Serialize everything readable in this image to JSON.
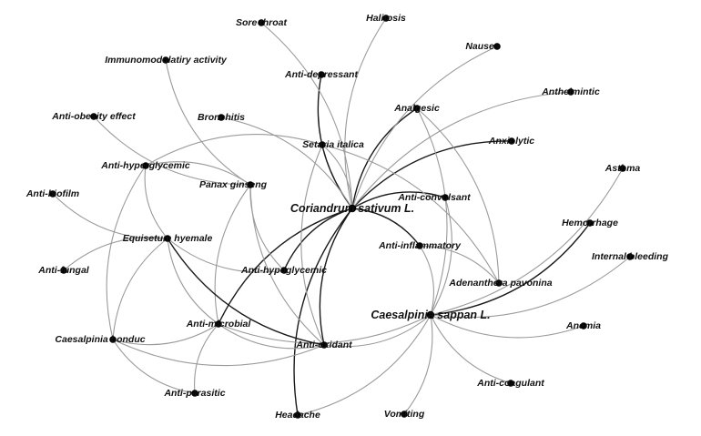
{
  "nodes": [
    {
      "id": "coriandrum",
      "label": "Coriandrum sativum L.",
      "type": "plant"
    },
    {
      "id": "caesalpinia_sappan",
      "label": "Caesalpinia sappan L.",
      "type": "plant"
    },
    {
      "id": "setaria",
      "label": "Setaria italica",
      "type": "plant"
    },
    {
      "id": "panax",
      "label": "Panax ginseng",
      "type": "plant"
    },
    {
      "id": "equisetum",
      "label": "Equisetum hyemale",
      "type": "plant"
    },
    {
      "id": "caesalpinia_bonduc",
      "label": "Caesalpinia bonduc",
      "type": "plant"
    },
    {
      "id": "adenanthera",
      "label": "Adenanthera pavonina",
      "type": "plant"
    },
    {
      "id": "sore_throat",
      "label": "Sore throat",
      "type": "activity"
    },
    {
      "id": "halitosis",
      "label": "Halitosis",
      "type": "activity"
    },
    {
      "id": "nausea",
      "label": "Nausea",
      "type": "activity"
    },
    {
      "id": "immuno",
      "label": "Immunomodulatiry activity",
      "type": "activity"
    },
    {
      "id": "anti_depressant",
      "label": "Anti-depressant",
      "type": "activity"
    },
    {
      "id": "anthelmintic",
      "label": "Anthelmintic",
      "type": "activity"
    },
    {
      "id": "anti_obesity",
      "label": "Anti-obesity effect",
      "type": "activity"
    },
    {
      "id": "bronchitis",
      "label": "Bronchitis",
      "type": "activity"
    },
    {
      "id": "analgesic",
      "label": "Analgesic",
      "type": "activity"
    },
    {
      "id": "anxiolytic",
      "label": "Anxiolytic",
      "type": "activity"
    },
    {
      "id": "anti_hyperglycemic",
      "label": "Anti-hyperglycemic",
      "type": "activity"
    },
    {
      "id": "asthma",
      "label": "Asthma",
      "type": "activity"
    },
    {
      "id": "anti_biofilm",
      "label": "Anti-biofilm",
      "type": "activity"
    },
    {
      "id": "anti_convulsant",
      "label": "Anti-convulsant",
      "type": "activity"
    },
    {
      "id": "hemorrhage",
      "label": "Hemorrhage",
      "type": "activity"
    },
    {
      "id": "anti_inflammatory",
      "label": "Anti-inflammatory",
      "type": "activity"
    },
    {
      "id": "internal_bleeding",
      "label": "Internal bleeding",
      "type": "activity"
    },
    {
      "id": "anti_fungal",
      "label": "Anti-fungal",
      "type": "activity"
    },
    {
      "id": "anti_hypoglycemic",
      "label": "Anti-hypoglycemic",
      "type": "activity"
    },
    {
      "id": "anti_microbial",
      "label": "Anti-microbial",
      "type": "activity"
    },
    {
      "id": "anemia",
      "label": "Anemia",
      "type": "activity"
    },
    {
      "id": "anti_oxidant",
      "label": "Anti-oxidant",
      "type": "activity"
    },
    {
      "id": "anti_parasitic",
      "label": "Anti-parasitic",
      "type": "activity"
    },
    {
      "id": "anti_coagulant",
      "label": "Anti-coagulant",
      "type": "activity"
    },
    {
      "id": "headache",
      "label": "Headache",
      "type": "activity"
    },
    {
      "id": "vomiting",
      "label": "Vomiting",
      "type": "activity"
    }
  ],
  "edges": [
    {
      "source": "coriandrum",
      "target": "anti_depressant",
      "style": "dark"
    },
    {
      "source": "coriandrum",
      "target": "analgesic",
      "style": "dark"
    },
    {
      "source": "coriandrum",
      "target": "anxiolytic",
      "style": "dark"
    },
    {
      "source": "coriandrum",
      "target": "anti_hypoglycemic",
      "style": "dark"
    },
    {
      "source": "coriandrum",
      "target": "anti_microbial",
      "style": "dark"
    },
    {
      "source": "coriandrum",
      "target": "anti_oxidant",
      "style": "dark"
    },
    {
      "source": "coriandrum",
      "target": "headache",
      "style": "dark"
    },
    {
      "source": "coriandrum",
      "target": "anti_convulsant",
      "style": "dark"
    },
    {
      "source": "coriandrum",
      "target": "anti_inflammatory",
      "style": "dark"
    },
    {
      "source": "coriandrum",
      "target": "halitosis",
      "style": "light"
    },
    {
      "source": "coriandrum",
      "target": "nausea",
      "style": "light"
    },
    {
      "source": "coriandrum",
      "target": "anthelmintic",
      "style": "light"
    },
    {
      "source": "coriandrum",
      "target": "sore_throat",
      "style": "light"
    },
    {
      "source": "coriandrum",
      "target": "bronchitis",
      "style": "light"
    },
    {
      "source": "coriandrum",
      "target": "setaria",
      "style": "light"
    },
    {
      "source": "caesalpinia_sappan",
      "target": "hemorrhage",
      "style": "dark"
    },
    {
      "source": "caesalpinia_sappan",
      "target": "asthma",
      "style": "light"
    },
    {
      "source": "caesalpinia_sappan",
      "target": "internal_bleeding",
      "style": "light"
    },
    {
      "source": "caesalpinia_sappan",
      "target": "anemia",
      "style": "light"
    },
    {
      "source": "caesalpinia_sappan",
      "target": "anti_coagulant",
      "style": "light"
    },
    {
      "source": "caesalpinia_sappan",
      "target": "vomiting",
      "style": "light"
    },
    {
      "source": "caesalpinia_sappan",
      "target": "anti_oxidant",
      "style": "light"
    },
    {
      "source": "caesalpinia_sappan",
      "target": "anti_inflammatory",
      "style": "light"
    },
    {
      "source": "caesalpinia_sappan",
      "target": "anti_convulsant",
      "style": "light"
    },
    {
      "source": "caesalpinia_sappan",
      "target": "analgesic",
      "style": "light"
    },
    {
      "source": "caesalpinia_sappan",
      "target": "anti_microbial",
      "style": "light"
    },
    {
      "source": "caesalpinia_sappan",
      "target": "headache",
      "style": "light"
    },
    {
      "source": "setaria",
      "target": "anti_oxidant",
      "style": "light"
    },
    {
      "source": "setaria",
      "target": "adenanthera",
      "style": "light"
    },
    {
      "source": "setaria",
      "target": "anti_hyperglycemic",
      "style": "light"
    },
    {
      "source": "panax",
      "target": "anti_hyperglycemic",
      "style": "light"
    },
    {
      "source": "panax",
      "target": "immuno",
      "style": "light"
    },
    {
      "source": "panax",
      "target": "anti_obesity",
      "style": "light"
    },
    {
      "source": "panax",
      "target": "anti_oxidant",
      "style": "light"
    },
    {
      "source": "panax",
      "target": "anti_microbial",
      "style": "light"
    },
    {
      "source": "panax",
      "target": "anti_hypoglycemic",
      "style": "light"
    },
    {
      "source": "equisetum",
      "target": "anti_oxidant",
      "style": "dark"
    },
    {
      "source": "equisetum",
      "target": "anti_biofilm",
      "style": "light"
    },
    {
      "source": "equisetum",
      "target": "anti_fungal",
      "style": "light"
    },
    {
      "source": "equisetum",
      "target": "anti_microbial",
      "style": "light"
    },
    {
      "source": "equisetum",
      "target": "anti_hyperglycemic",
      "style": "light"
    },
    {
      "source": "equisetum",
      "target": "anti_hypoglycemic",
      "style": "light"
    },
    {
      "source": "caesalpinia_bonduc",
      "target": "anti_parasitic",
      "style": "light"
    },
    {
      "source": "caesalpinia_bonduc",
      "target": "anti_microbial",
      "style": "light"
    },
    {
      "source": "caesalpinia_bonduc",
      "target": "anti_hyperglycemic",
      "style": "light"
    },
    {
      "source": "caesalpinia_bonduc",
      "target": "anti_oxidant",
      "style": "light"
    },
    {
      "source": "caesalpinia_bonduc",
      "target": "equisetum",
      "style": "light"
    },
    {
      "source": "anti_microbial",
      "target": "anti_parasitic",
      "style": "light"
    },
    {
      "source": "anti_microbial",
      "target": "anti_oxidant",
      "style": "light"
    },
    {
      "source": "adenanthera",
      "target": "anti_inflammatory",
      "style": "light"
    },
    {
      "source": "adenanthera",
      "target": "analgesic",
      "style": "light"
    }
  ]
}
